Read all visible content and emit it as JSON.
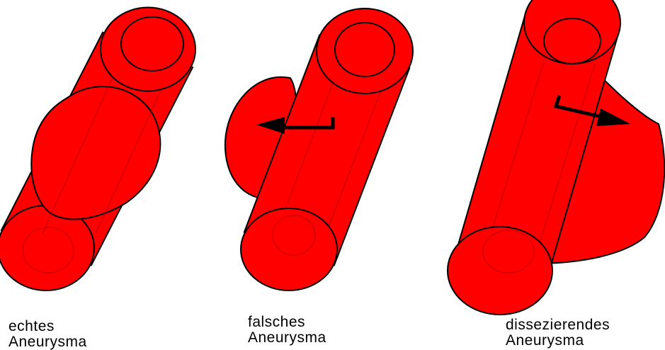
{
  "colors": {
    "vessel": "#ff0000",
    "outline": "#000000",
    "background": "#ffffff",
    "text": "#000000"
  },
  "panels": [
    {
      "id": "true-aneurysm",
      "label_line1": "echtes",
      "label_line2": "Aneurysma"
    },
    {
      "id": "false-aneurysm",
      "label_line1": "falsches",
      "label_line2": "Aneurysma",
      "icon": "arrow-left-icon"
    },
    {
      "id": "dissecting-aneurysm",
      "label_line1": "dissezierendes",
      "label_line2": "Aneurysma",
      "icon": "arrow-right-icon"
    }
  ]
}
